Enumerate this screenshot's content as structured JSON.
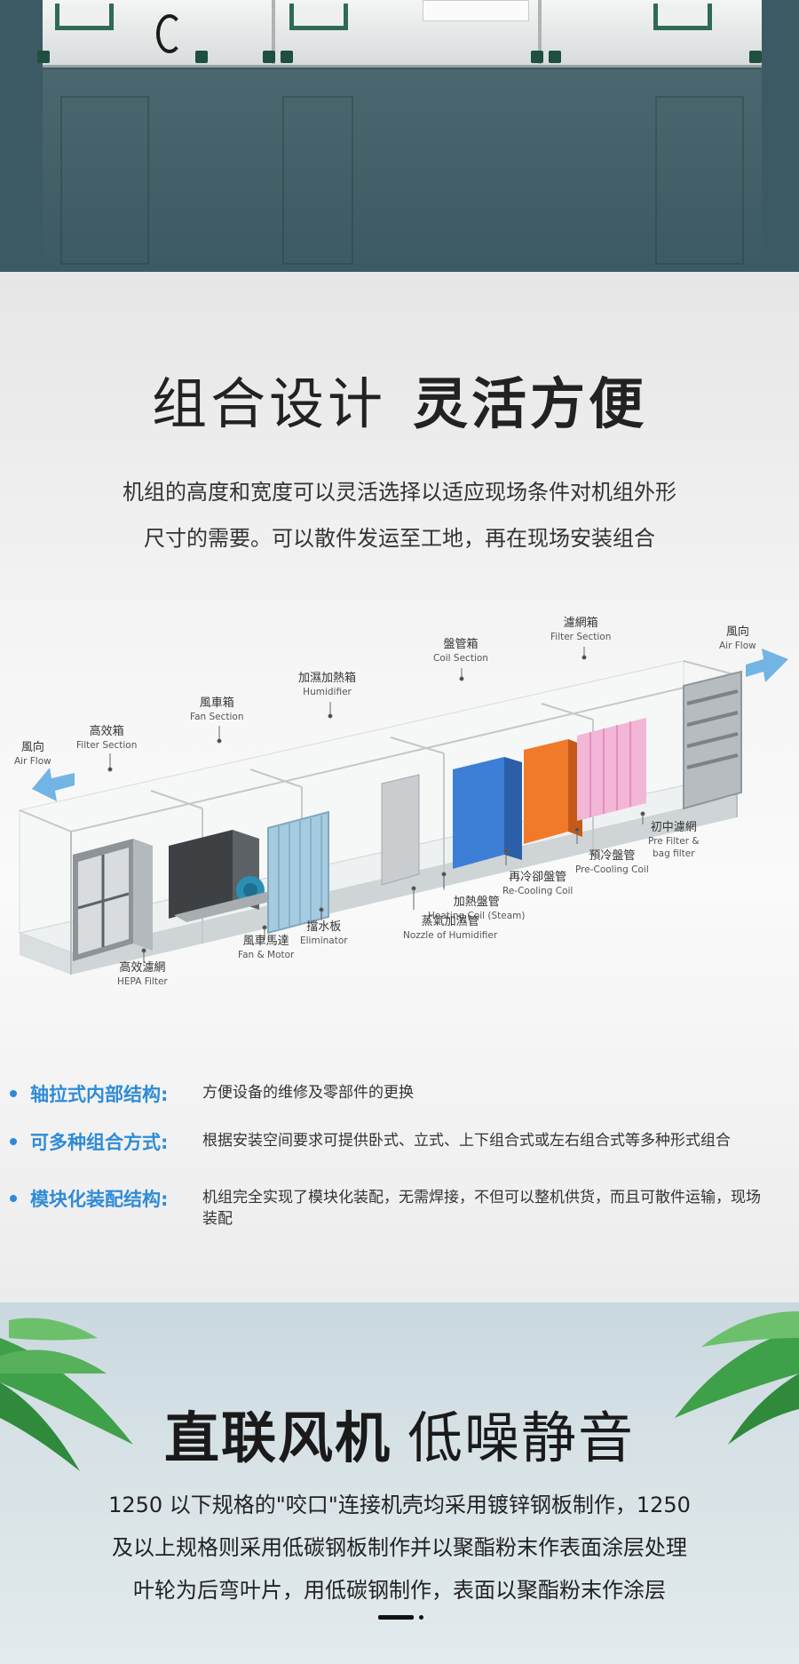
{
  "modular_section": {
    "title_light": "组合设计",
    "title_bold": "灵活方便",
    "description_line1": "机组的高度和宽度可以灵活选择以适应现场条件对机组外形",
    "description_line2": "尺寸的需要。可以散件发运至工地，再在现场安装组合",
    "diagram_labels": {
      "airflow_left_cn": "風向",
      "airflow_left_en": "Air Flow",
      "filter_section_left_cn": "高效箱",
      "filter_section_left_en": "Filter Section",
      "fan_section_cn": "風車箱",
      "fan_section_en": "Fan Section",
      "humidifier_cn": "加濕加熱箱",
      "humidifier_en": "Humidifier",
      "coil_section_cn": "盤管箱",
      "coil_section_en": "Coil Section",
      "filter_section_right_cn": "濾網箱",
      "filter_section_right_en": "Filter Section",
      "airflow_right_cn": "風向",
      "airflow_right_en": "Air Flow",
      "pre_filter_cn": "初中濾網",
      "pre_filter_en1": "Pre Filter &",
      "pre_filter_en2": "bag filter",
      "pre_cooling_cn": "預冷盤管",
      "pre_cooling_en": "Pre-Cooling Coil",
      "re_cooling_cn": "再冷卻盤管",
      "re_cooling_en": "Re-Cooling Coil",
      "heating_coil_cn": "加熱盤管",
      "heating_coil_en": "Heating Coil (Steam)",
      "nozzle_cn": "蒸氣加濕管",
      "nozzle_en": "Nozzle of Humidifier",
      "eliminator_cn": "擋水板",
      "eliminator_en": "Eliminator",
      "fan_motor_cn": "風車馬達",
      "fan_motor_en": "Fan & Motor",
      "hepa_cn": "高效濾網",
      "hepa_en": "HEPA Filter"
    },
    "features": [
      {
        "name": "轴拉式内部结构:",
        "text": "方便设备的维修及零部件的更换"
      },
      {
        "name": "可多种组合方式:",
        "text": "根据安装空间要求可提供卧式、立式、上下组合式或左右组合式等多种形式组合"
      },
      {
        "name": "模块化装配结构:",
        "text": "机组完全实现了模块化装配，无需焊接，不但可以整机供货，而且可散件运输，现场装配"
      }
    ]
  },
  "fan_section": {
    "title_bold": "直联风机",
    "title_light": "低噪静音",
    "description_line1": "1250 以下规格的\"咬口\"连接机壳均采用镀锌钢板制作，1250",
    "description_line2": "及以上规格则采用低碳钢板制作并以聚酯粉末作表面涂层处理",
    "description_line3": "叶轮为后弯叶片，用低碳钢制作，表面以聚酯粉末作涂层"
  },
  "colors": {
    "hero_bg": "#3c5a63",
    "accent_blue": "#2f8bd8",
    "coil_blue": "#3d7fd6",
    "coil_orange": "#f07a2a",
    "filter_pink": "#f2b6d6"
  }
}
